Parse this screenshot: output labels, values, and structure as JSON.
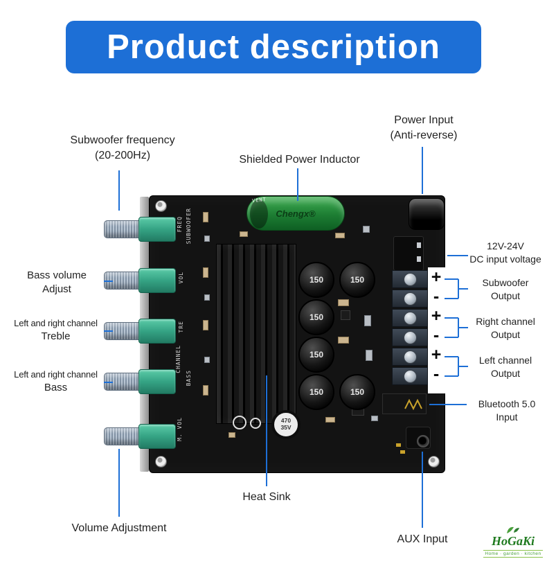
{
  "banner": {
    "title": "Product description",
    "bg_color": "#1d6fd6"
  },
  "callouts": {
    "subwoofer_frequency": {
      "line1": "Subwoofer frequency",
      "line2": "(20-200Hz)"
    },
    "shielded_inductor": {
      "label": "Shielded Power Inductor"
    },
    "power_input": {
      "line1": "Power Input",
      "line2": "(Anti-reverse)"
    },
    "bass_volume": {
      "line1": "Bass volume",
      "line2": "Adjust"
    },
    "treble": {
      "line1": "Left and right channel",
      "line2": "Treble"
    },
    "bass": {
      "line1": "Left and right channel",
      "line2": "Bass"
    },
    "volume_adjustment": {
      "label": "Volume Adjustment"
    },
    "heat_sink": {
      "label": "Heat Sink"
    },
    "aux_input": {
      "label": "AUX Input"
    },
    "dc_input": {
      "line1": "12V-24V",
      "line2": "DC input voltage"
    },
    "subwoofer_output": {
      "line1": "Subwoofer",
      "line2": "Output"
    },
    "right_channel_output": {
      "line1": "Right channel",
      "line2": "Output"
    },
    "left_channel_output": {
      "line1": "Left channel",
      "line2": "Output"
    },
    "bluetooth_input": {
      "line1": "Bluetooth 5.0",
      "line2": "Input"
    }
  },
  "board": {
    "silkscreen": {
      "freq": "FREQ",
      "subwoofer": "SUBWOOFER",
      "vol": "VOL",
      "tre": "TRE",
      "channel": "CHANNEL",
      "bass": "BASS",
      "m_vol": "M. VOL",
      "vent": "VENT"
    },
    "capacitor_brand": "Chengx®",
    "capacitor_value_line1": "470",
    "capacitor_value_line2": "35V",
    "inductor_value": "150",
    "terminal_signs": [
      "+",
      "-",
      "+",
      "-",
      "+",
      "-"
    ],
    "accent_line_color": "#1d6fd6"
  },
  "logo": {
    "name": "HoGaKi",
    "tagline": "Home · garden · kitchen"
  }
}
